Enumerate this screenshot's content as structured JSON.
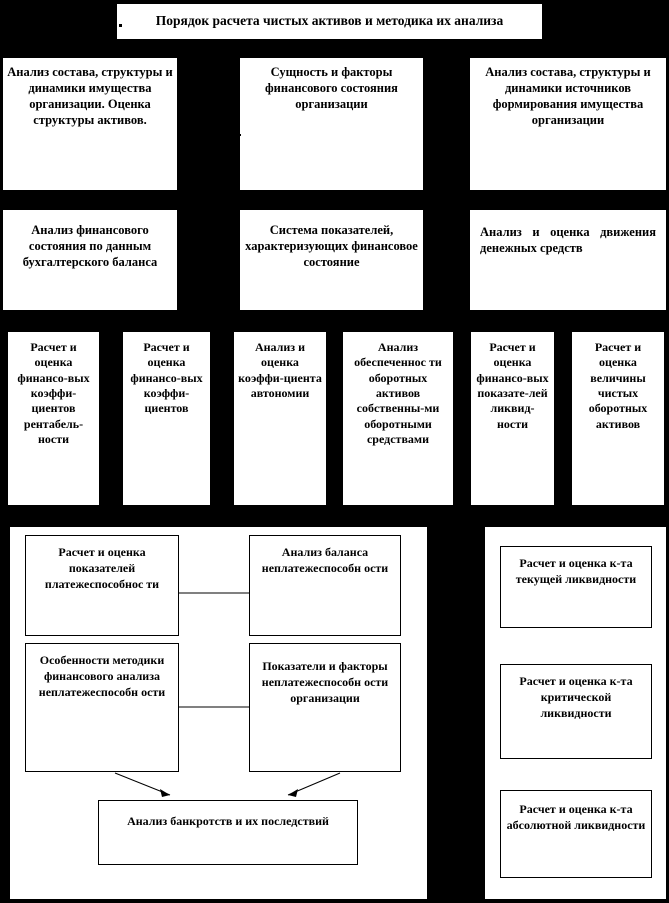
{
  "diagram": {
    "title": "Порядок расчета чистых активов и методика их анализа",
    "background_color": "#000000",
    "box_color": "#ffffff",
    "text_color": "#000000",
    "row1": [
      {
        "text": "Анализ состава, структуры и динамики имущества организации. Оценка структуры активов."
      },
      {
        "text": "Сущность и факторы финансового состояния организации"
      },
      {
        "text": "Анализ состава, структуры и динамики источников формирования имущества организации"
      }
    ],
    "row2": [
      {
        "text": "Анализ финансового состояния по данным бухгалтерского баланса"
      },
      {
        "text": "Система показателей, характеризующих финансовое состояние"
      },
      {
        "text": "Анализ и оценка движения денежных средств"
      }
    ],
    "row3": [
      {
        "text": "Расчет и оценка финансо-вых коэффи-циентов рентабель-ности"
      },
      {
        "text": "Расчет и оценка финансо-вых коэффи-циентов"
      },
      {
        "text": "Анализ и оценка коэффи-циента автономии"
      },
      {
        "text": "Анализ обеспеченнос ти оборотных активов собственны-ми оборотными средствами"
      },
      {
        "text": "Расчет и оценка финансо-вых показате-лей ликвид-ности"
      },
      {
        "text": "Расчет и оценка величины чистых оборотных активов"
      }
    ],
    "bottom_left": [
      {
        "text": "Расчет и оценка показателей платежеспособнос ти"
      },
      {
        "text": "Анализ баланса неплатежеспособн ости"
      },
      {
        "text": "Особенности методики финансового анализа неплатежеспособн ости"
      },
      {
        "text": "Показатели и факторы неплатежеспособн ости организации"
      },
      {
        "text": "Анализ банкротств и их последствий"
      }
    ],
    "bottom_right": [
      {
        "text": "Расчет  и оценка к-та текущей ликвидности"
      },
      {
        "text": "Расчет  и оценка к-та критической ликвидности"
      },
      {
        "text": "Расчет  и оценка к-та абсолютной ликвидности"
      }
    ]
  }
}
